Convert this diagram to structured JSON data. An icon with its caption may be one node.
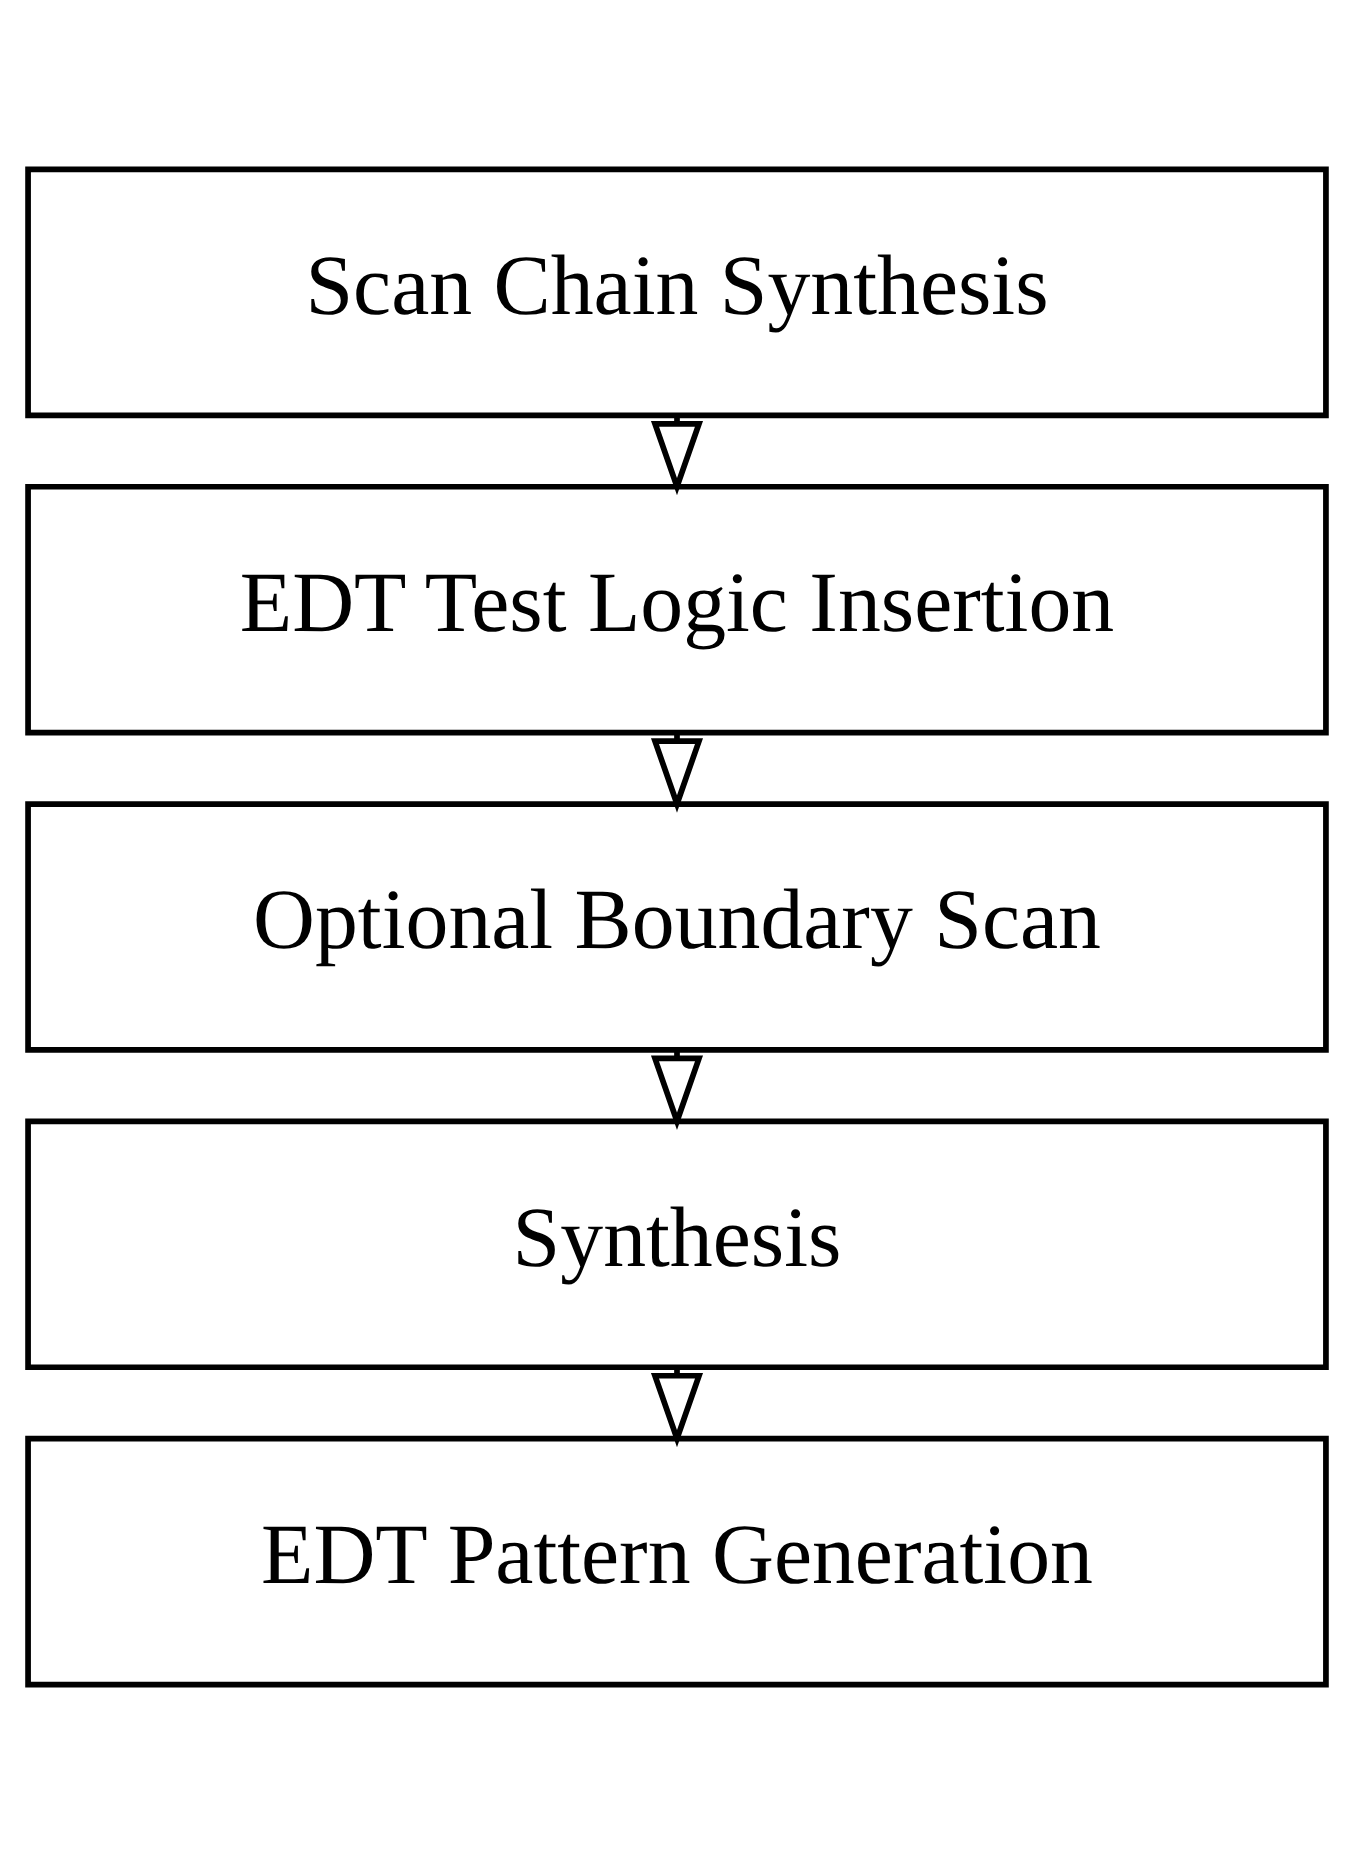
{
  "diagram": {
    "nodes": [
      {
        "text": [
          "Scan Chain Synthesis"
        ]
      },
      {
        "text": [
          "EDT Test Logic Insertion"
        ]
      },
      {
        "text": [
          "Optional Boundary Scan"
        ]
      },
      {
        "text": [
          "Synthesis"
        ]
      },
      {
        "text": [
          "EDT Pattern Generation"
        ]
      }
    ],
    "edges": [
      {
        "from": 0,
        "to": 1,
        "arrow": "to"
      },
      {
        "from": 1,
        "to": 2,
        "arrow": "to"
      },
      {
        "from": 2,
        "to": 3,
        "arrow": "to"
      },
      {
        "from": 3,
        "to": 4,
        "arrow": "to"
      }
    ]
  }
}
